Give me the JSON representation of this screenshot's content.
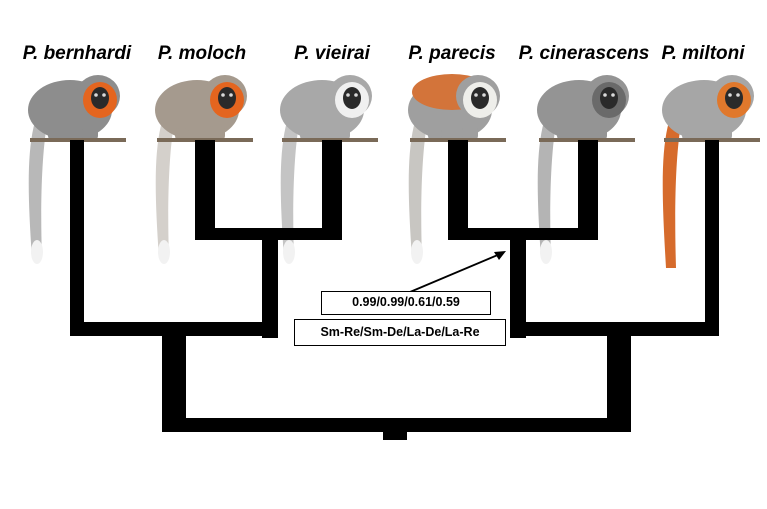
{
  "species": [
    {
      "label": "P. bernhardi",
      "fur": "#8d8d8d",
      "face": "#e4651f",
      "tail": "#b8b8b8"
    },
    {
      "label": "P. moloch",
      "fur": "#a59a8e",
      "face": "#e4651f",
      "tail": "#d4d0cb"
    },
    {
      "label": "P. vieirai",
      "fur": "#a8a8a8",
      "face": "#f0f0f0",
      "tail": "#c4c4c4"
    },
    {
      "label": "P. parecis",
      "fur": "#9f9f9f",
      "face": "#eeeeea",
      "tail": "#c8c6c2",
      "crown": "#d3743a"
    },
    {
      "label": "P. cinerascens",
      "fur": "#949494",
      "face": "#6a6a6a",
      "tail": "#b4b4b4"
    },
    {
      "label": "P. miltoni",
      "fur": "#a6a6a6",
      "face": "#e0782c",
      "tail": "#d66b2c"
    }
  ],
  "support": {
    "values": "0.99/0.99/0.61/0.59",
    "models": "Sm-Re/Sm-De/La-De/La-Re"
  },
  "colors": {
    "branch": "#000000",
    "background": "#ffffff"
  }
}
